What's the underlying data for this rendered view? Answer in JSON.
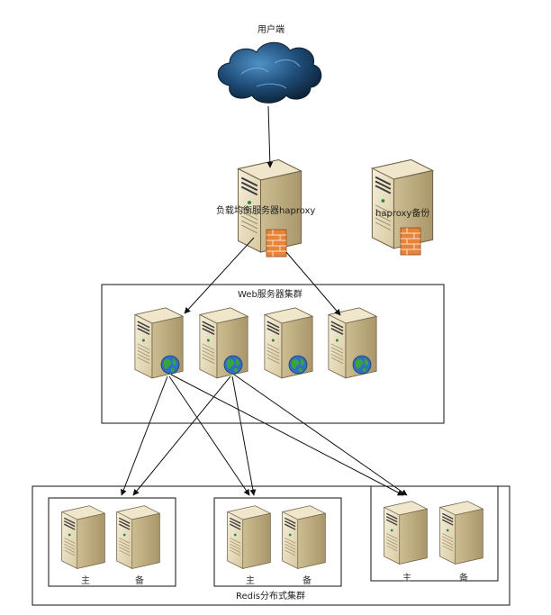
{
  "labels": {
    "client": "用户端",
    "lb": "负载均衡服务器haproxy",
    "lb_backup": "haproxy备份",
    "web_cluster": "Web服务器集群",
    "redis_cluster": "Redis分布式集群",
    "redis_groups": [
      {
        "master": "主",
        "slave": "备"
      },
      {
        "master": "主",
        "slave": "备"
      },
      {
        "master": "主",
        "slave": "备"
      }
    ]
  },
  "icons": {
    "client": "cloud-icon",
    "lb": "server-firewall-icon",
    "lb_backup": "server-firewall-icon",
    "web_node": "web-server-globe-icon",
    "redis_node": "server-icon"
  },
  "colors": {
    "cloud_dark": "#0f2a45",
    "cloud_light": "#3f7fb4",
    "server_face": "#e9dfc4",
    "server_side": "#c9b98e",
    "firewall": "#e8843a",
    "globe": "#2f6fbf",
    "globe_land": "#3aa341"
  }
}
